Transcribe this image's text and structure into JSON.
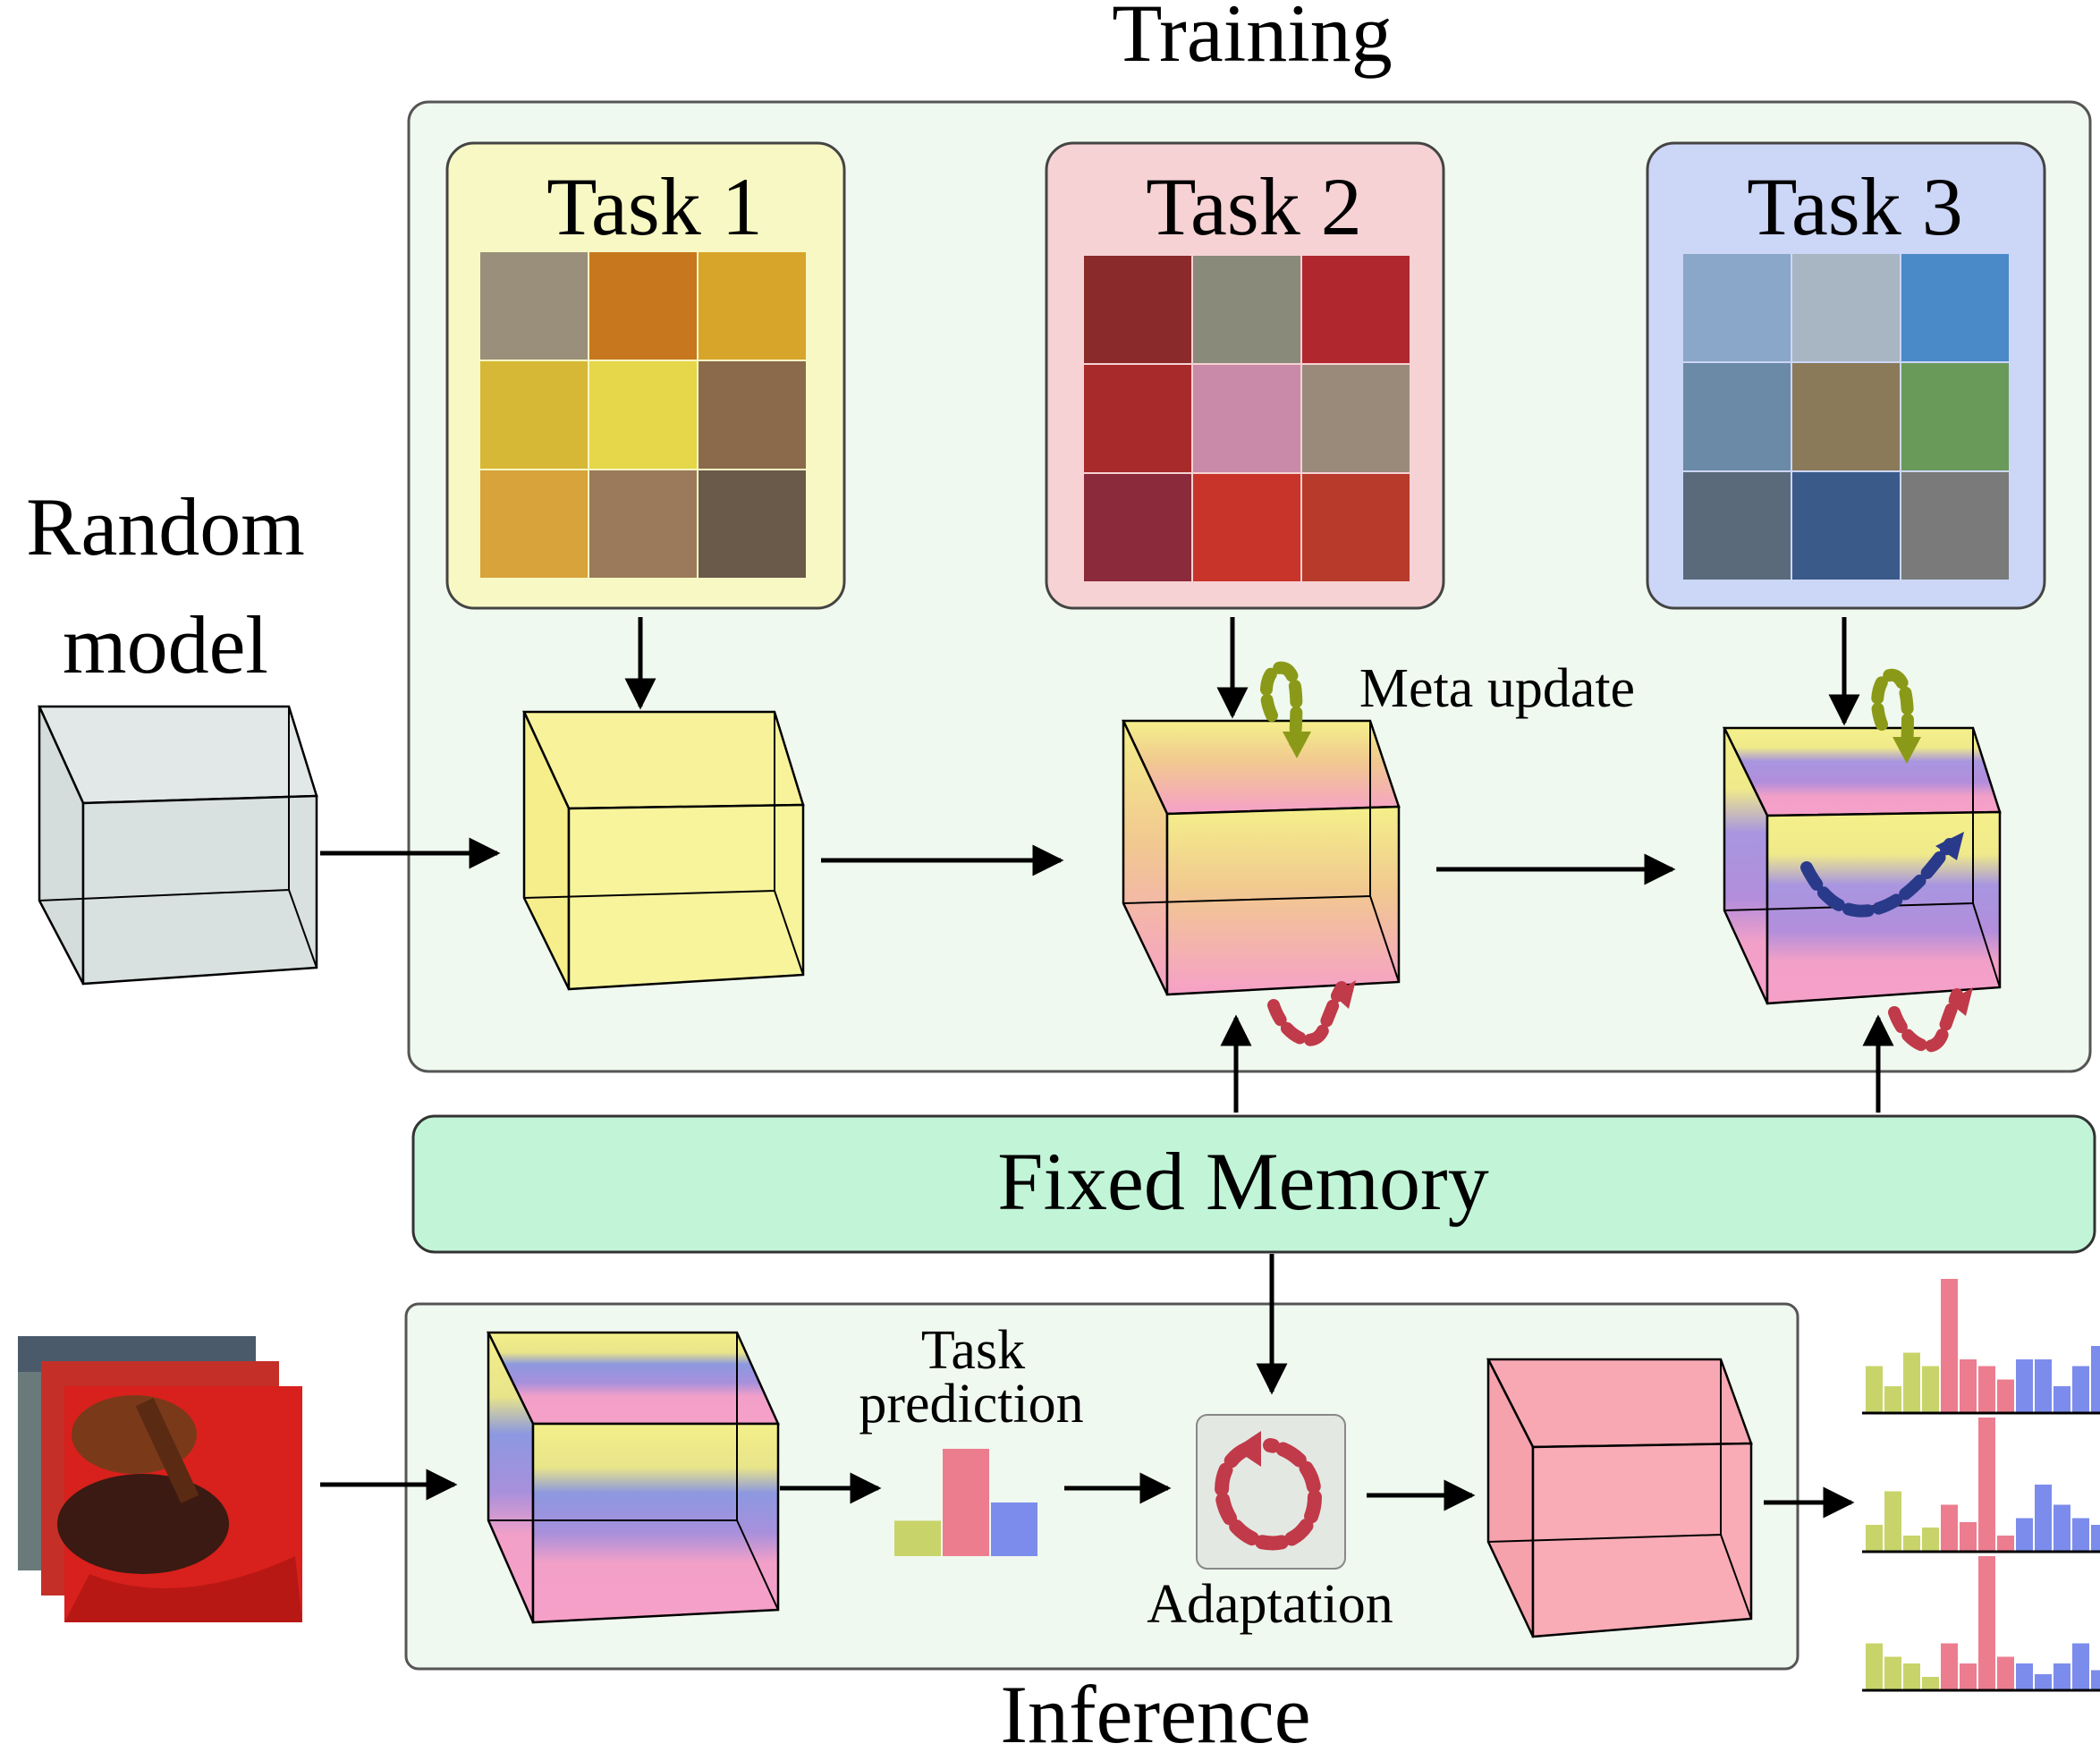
{
  "labels": {
    "training": "Training",
    "inference": "Inference",
    "random_model_line1": "Random",
    "random_model_line2": "model",
    "fixed_memory": "Fixed Memory",
    "meta_update": "Meta update",
    "task_prediction_line1": "Task",
    "task_prediction_line2": "prediction",
    "adaptation": "Adaptation"
  },
  "tasks": [
    {
      "label": "Task 1",
      "color": "#f8f8c4",
      "thumbs": [
        "#9a8f7a",
        "#c7781e",
        "#d7a52a",
        "#d7b836",
        "#e6d64a",
        "#8a6a4a",
        "#d7a33a",
        "#9a7a5a",
        "#6a5a4a"
      ]
    },
    {
      "label": "Task 2",
      "color": "#f6d2d4",
      "thumbs": [
        "#8a2a2a",
        "#8a8a7a",
        "#b0282e",
        "#a82a2a",
        "#c88aa8",
        "#9a8a7a",
        "#8a2a3a",
        "#c8342a",
        "#b83a2a"
      ]
    },
    {
      "label": "Task 3",
      "color": "#ccd6f6",
      "thumbs": [
        "#8aa6c8",
        "#a8b6c4",
        "#4a8ac8",
        "#6a8aa8",
        "#8a7a5a",
        "#6a9a5a",
        "#5a6a7a",
        "#3a5a8a",
        "#7a7a7a"
      ]
    }
  ],
  "colors": {
    "training_bg": "#f0f9ef",
    "inference_bg": "#f0f9ef",
    "memory_bg": "#c2f5d8",
    "yellow": "#f3ef8a",
    "pink": "#f6a6c6",
    "blue": "#8f8fe0",
    "red_arrow": "#c03a4a",
    "green_arrow": "#8a9a18",
    "blue_arrow": "#2a3a8a",
    "bar_yellow": "#c8d46a",
    "bar_pink": "#ec7d8f",
    "bar_blue": "#7c8cec"
  },
  "task_prediction_bars": [
    {
      "color": "bar_yellow",
      "value": 0.33
    },
    {
      "color": "bar_pink",
      "value": 1.0
    },
    {
      "color": "bar_blue",
      "value": 0.5
    }
  ],
  "output_histograms": [
    {
      "values": [
        0.35,
        0.2,
        0.45,
        0.35,
        1.0,
        0.4,
        0.35,
        0.25,
        0.4,
        0.4,
        0.2,
        0.35,
        0.5
      ],
      "colors": [
        "bar_yellow",
        "bar_yellow",
        "bar_yellow",
        "bar_yellow",
        "bar_pink",
        "bar_pink",
        "bar_pink",
        "bar_pink",
        "bar_blue",
        "bar_blue",
        "bar_blue",
        "bar_blue",
        "bar_blue"
      ]
    },
    {
      "values": [
        0.2,
        0.45,
        0.12,
        0.18,
        0.35,
        0.22,
        1.0,
        0.12,
        0.25,
        0.5,
        0.35,
        0.25,
        0.2
      ],
      "colors": [
        "bar_yellow",
        "bar_yellow",
        "bar_yellow",
        "bar_yellow",
        "bar_pink",
        "bar_pink",
        "bar_pink",
        "bar_pink",
        "bar_blue",
        "bar_blue",
        "bar_blue",
        "bar_blue",
        "bar_blue"
      ]
    },
    {
      "values": [
        0.35,
        0.25,
        0.2,
        0.1,
        0.35,
        0.2,
        1.0,
        0.25,
        0.2,
        0.12,
        0.2,
        0.35,
        0.15
      ],
      "colors": [
        "bar_yellow",
        "bar_yellow",
        "bar_yellow",
        "bar_yellow",
        "bar_pink",
        "bar_pink",
        "bar_pink",
        "bar_pink",
        "bar_blue",
        "bar_blue",
        "bar_blue",
        "bar_blue",
        "bar_blue"
      ]
    }
  ]
}
